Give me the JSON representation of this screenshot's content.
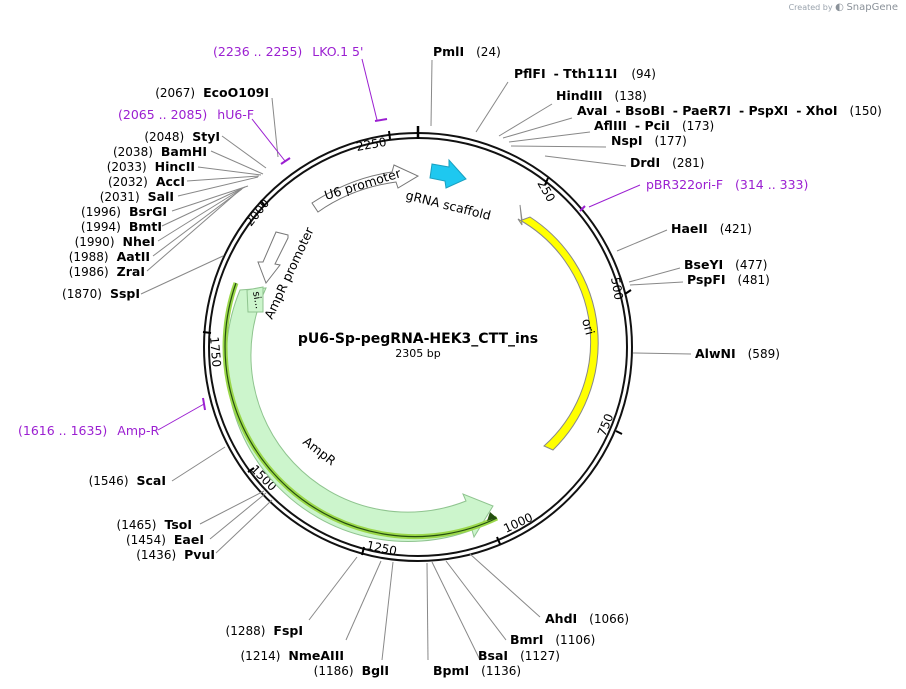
{
  "watermark": {
    "prefix": "Created by",
    "brand": "SnapGene"
  },
  "plasmid": {
    "name": "pU6-Sp-pegRNA-HEK3_CTT_ins",
    "length_label": "2305 bp"
  },
  "ticks": [
    {
      "label": "250",
      "bp": 250
    },
    {
      "label": "500",
      "bp": 500
    },
    {
      "label": "750",
      "bp": 750
    },
    {
      "label": "1000",
      "bp": 1000
    },
    {
      "label": "1250",
      "bp": 1250
    },
    {
      "label": "1500",
      "bp": 1500
    },
    {
      "label": "1750",
      "bp": 1750
    },
    {
      "label": "2000",
      "bp": 2000
    },
    {
      "label": "2250",
      "bp": 2250
    }
  ],
  "sites_right": [
    {
      "name": "PmlI",
      "pos": "(24)"
    },
    {
      "name": "PflFI",
      "extra": [
        "- Tth111I"
      ],
      "pos": "(94)"
    },
    {
      "name": "HindIII",
      "pos": "(138)"
    },
    {
      "name": "AvaI",
      "extra": [
        "- BsoBI",
        "- PaeR7I",
        "- PspXI",
        "- XhoI"
      ],
      "pos": "(150)"
    },
    {
      "name": "AflIII",
      "extra": [
        "- PciI"
      ],
      "pos": "(173)"
    },
    {
      "name": "NspI",
      "pos": "(177)"
    },
    {
      "name": "DrdI",
      "pos": "(281)"
    },
    {
      "name": "HaeII",
      "pos": "(421)"
    },
    {
      "name": "BseYI",
      "pos": "(477)"
    },
    {
      "name": "PspFI",
      "pos": "(481)"
    },
    {
      "name": "AlwNI",
      "pos": "(589)"
    },
    {
      "name": "AhdI",
      "pos": "(1066)"
    },
    {
      "name": "BmrI",
      "pos": "(1106)"
    },
    {
      "name": "BsaI",
      "pos": "(1127)"
    },
    {
      "name": "BpmI",
      "pos": "(1136)"
    }
  ],
  "sites_left": [
    {
      "name": "EcoO109I",
      "pos": "(2067)"
    },
    {
      "name": "StyI",
      "pos": "(2048)"
    },
    {
      "name": "BamHI",
      "pos": "(2038)"
    },
    {
      "name": "HincII",
      "pos": "(2033)"
    },
    {
      "name": "AccI",
      "pos": "(2032)"
    },
    {
      "name": "SalI",
      "pos": "(2031)"
    },
    {
      "name": "BsrGI",
      "pos": "(1996)"
    },
    {
      "name": "BmtI",
      "pos": "(1994)"
    },
    {
      "name": "NheI",
      "pos": "(1990)"
    },
    {
      "name": "AatII",
      "pos": "(1988)"
    },
    {
      "name": "ZraI",
      "pos": "(1986)"
    },
    {
      "name": "SspI",
      "pos": "(1870)"
    },
    {
      "name": "ScaI",
      "pos": "(1546)"
    },
    {
      "name": "TsoI",
      "pos": "(1465)"
    },
    {
      "name": "EaeI",
      "pos": "(1454)"
    },
    {
      "name": "PvuI",
      "pos": "(1436)"
    },
    {
      "name": "FspI",
      "pos": "(1288)"
    },
    {
      "name": "NmeAIII",
      "pos": "(1214)"
    },
    {
      "name": "BglI",
      "pos": "(1186)"
    }
  ],
  "primers": [
    {
      "name": "LKO.1 5'",
      "range": "(2236 .. 2255)"
    },
    {
      "name": "hU6-F",
      "range": "(2065 .. 2085)"
    },
    {
      "name": "pBR322ori-F",
      "range": "(314 .. 333)"
    },
    {
      "name": "Amp-R",
      "range": "(1616 .. 1635)"
    }
  ],
  "features": [
    {
      "name": "U6 promoter",
      "color": "#ffffff"
    },
    {
      "name": "gRNA scaffold",
      "color": "#1ec8f0"
    },
    {
      "name": "ori",
      "color": "#ffff00"
    },
    {
      "name": "AmpR",
      "color": "#ccf5cc"
    },
    {
      "name": "AmpR promoter",
      "color": "#ffffff"
    },
    {
      "name": "si...",
      "color": "#ccf5cc"
    }
  ],
  "colors": {
    "primer": "#9b1fd1",
    "backbone": "#111111",
    "orf": "#9bd84a"
  }
}
